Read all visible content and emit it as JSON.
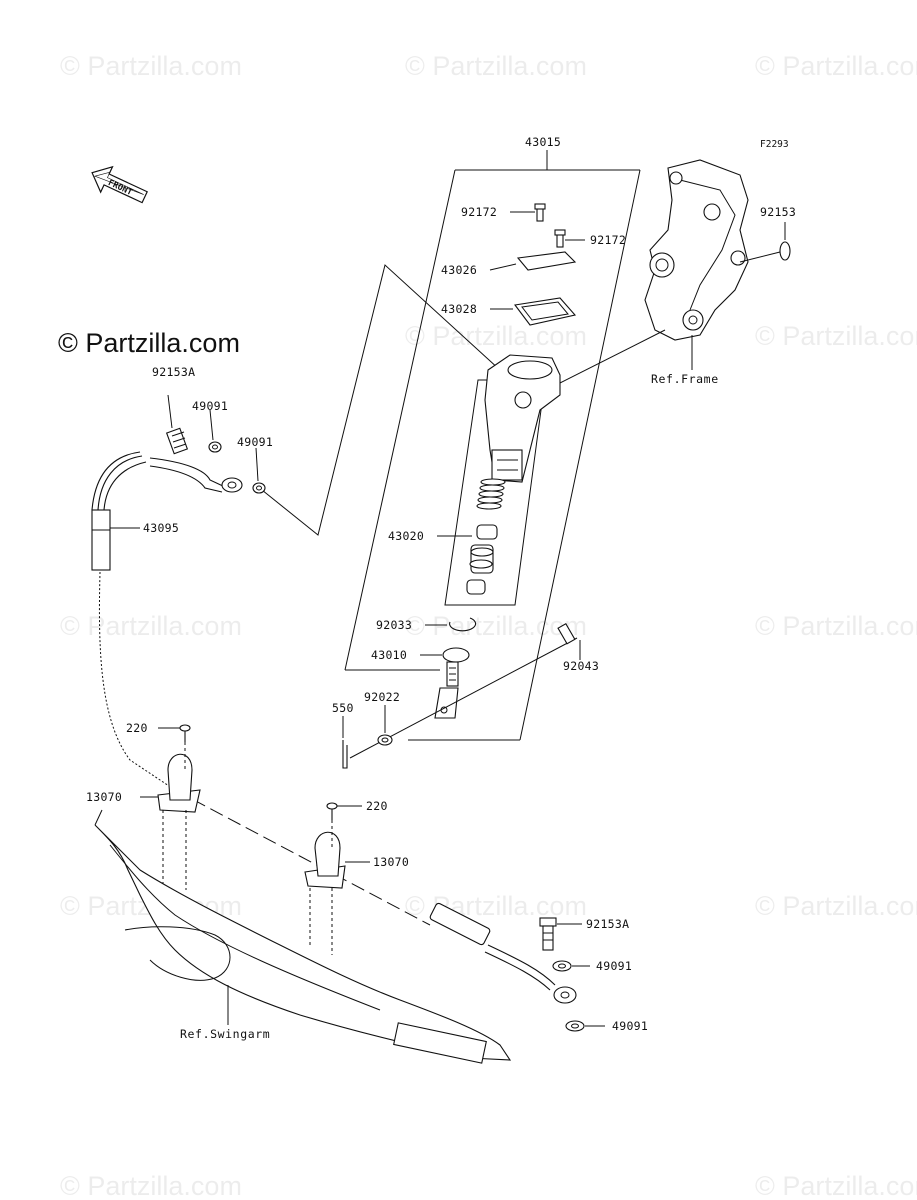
{
  "diagram_code": "F2293",
  "watermark": "© Partzilla.com",
  "front_label": "FRONT",
  "refs": {
    "frame": "Ref.Frame",
    "swingarm": "Ref.Swingarm"
  },
  "labels": {
    "assembly": "43015",
    "bolt_top_1": "92172",
    "bolt_top_2": "92172",
    "reservoir_cap": "43026",
    "diaphragm": "43028",
    "piston_kit": "43020",
    "circlip": "92033",
    "push_rod": "43010",
    "pin": "92043",
    "cotter_pin": "550",
    "washer_rod": "92022",
    "frame_bolt": "92153",
    "banjo_bolt_top": "92153A",
    "gasket_top_a": "49091",
    "gasket_top_b": "49091",
    "hose": "43095",
    "screw_1": "220",
    "clamp_1": "13070",
    "screw_2": "220",
    "clamp_2": "13070",
    "banjo_bolt_bottom": "92153A",
    "gasket_bottom_a": "49091",
    "gasket_bottom_b": "49091"
  }
}
